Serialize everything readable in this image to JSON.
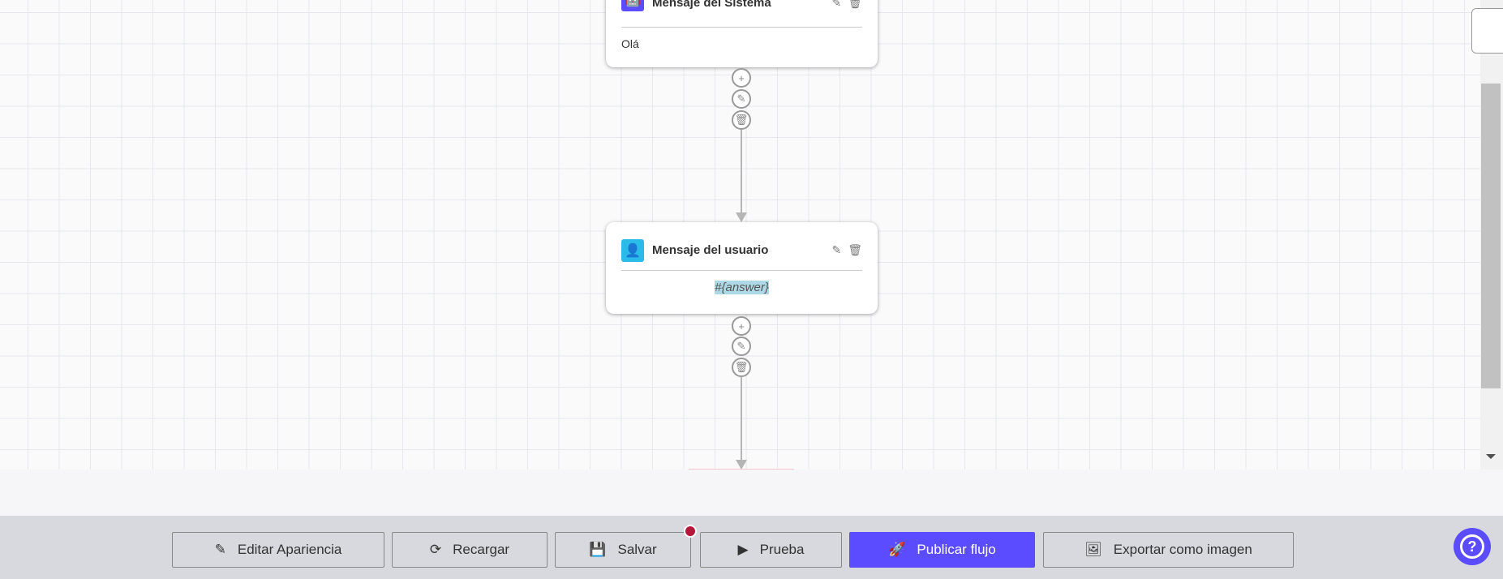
{
  "nodes": [
    {
      "title": "Mensaje del Sistema",
      "icon": "robot-icon",
      "icon_color": "#5b4cff",
      "body": "Olá"
    },
    {
      "title": "Mensaje del usuario",
      "icon": "user-icon",
      "icon_color": "#2bbbe8",
      "body": "#{answer}"
    }
  ],
  "toolbar": {
    "edit_appearance": "Editar Apariencia",
    "reload": "Recargar",
    "save": "Salvar",
    "test": "Prueba",
    "publish": "Publicar flujo",
    "export": "Exportar como imagen"
  },
  "colors": {
    "accent": "#5b4cff",
    "unsaved_dot": "#b5173a",
    "highlight": "#add8e6"
  },
  "help": "?"
}
